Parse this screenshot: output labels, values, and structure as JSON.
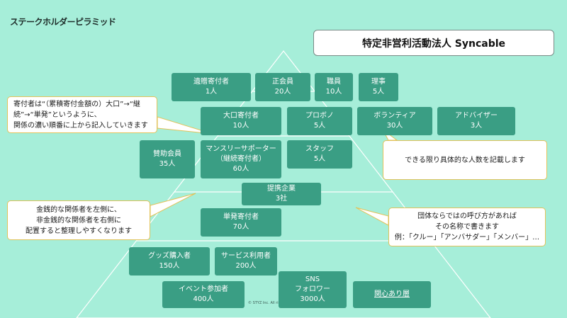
{
  "page_title": "ステークホルダーピラミッド",
  "org_name": "特定非営利活動法人 Syncable",
  "copyright": "© STYZ Inc. All ri",
  "boxes": {
    "bequest": {
      "name": "遺贈寄付者",
      "count": "1人"
    },
    "regular_member": {
      "name": "正会員",
      "count": "20人"
    },
    "staff_member": {
      "name": "職員",
      "count": "10人"
    },
    "director": {
      "name": "理事",
      "count": "5人"
    },
    "large_donor": {
      "name": "大口寄付者",
      "count": "10人"
    },
    "probono": {
      "name": "プロボノ",
      "count": "5人"
    },
    "volunteer": {
      "name": "ボランティア",
      "count": "30人"
    },
    "advisor": {
      "name": "アドバイザー",
      "count": "3人"
    },
    "supporting_member": {
      "name": "賛助会員",
      "count": "35人"
    },
    "monthly_supporter": {
      "line1": "マンスリーサポーター",
      "line2": "（継続寄付者）",
      "count": "60人"
    },
    "staff": {
      "name": "スタッフ",
      "count": "5人"
    },
    "partner_company": {
      "name": "提携企業",
      "count": "3社"
    },
    "one_time_donor": {
      "name": "単発寄付者",
      "count": "70人"
    },
    "goods_buyer": {
      "name": "グッズ購入者",
      "count": "150人"
    },
    "service_user": {
      "name": "サービス利用者",
      "count": "200人"
    },
    "event_participant": {
      "name": "イベント参加者",
      "count": "400人"
    },
    "sns_follower": {
      "line1": "SNS",
      "line2": "フォロワー",
      "count": "3000人"
    },
    "interested": {
      "name": "関心あり層"
    }
  },
  "notes": {
    "donor_order": {
      "line1": "寄付者は“（累積寄付金額の）大口”→“継",
      "line2": "続”→“単発”というように、",
      "line3": "関係の濃い順番に上から記入していきます"
    },
    "specific_numbers": {
      "line1": "できる限り具体的な人数を記載します"
    },
    "financial_left": {
      "line1": "金銭的な関係者を左側に、",
      "line2": "非金銭的な関係者を右側に",
      "line3": "配置すると整理しやすくなります"
    },
    "org_naming": {
      "line1": "団体ならではの呼び方があれば",
      "line2": "その名称で書きます",
      "line3": "例：「クルー」「アンバサダー」「メンバー」…"
    }
  },
  "colors": {
    "background": "#a6eed9",
    "box": "#3a9e84",
    "note_border": "#e2c25a",
    "pyramid_line": "#ffffff"
  }
}
